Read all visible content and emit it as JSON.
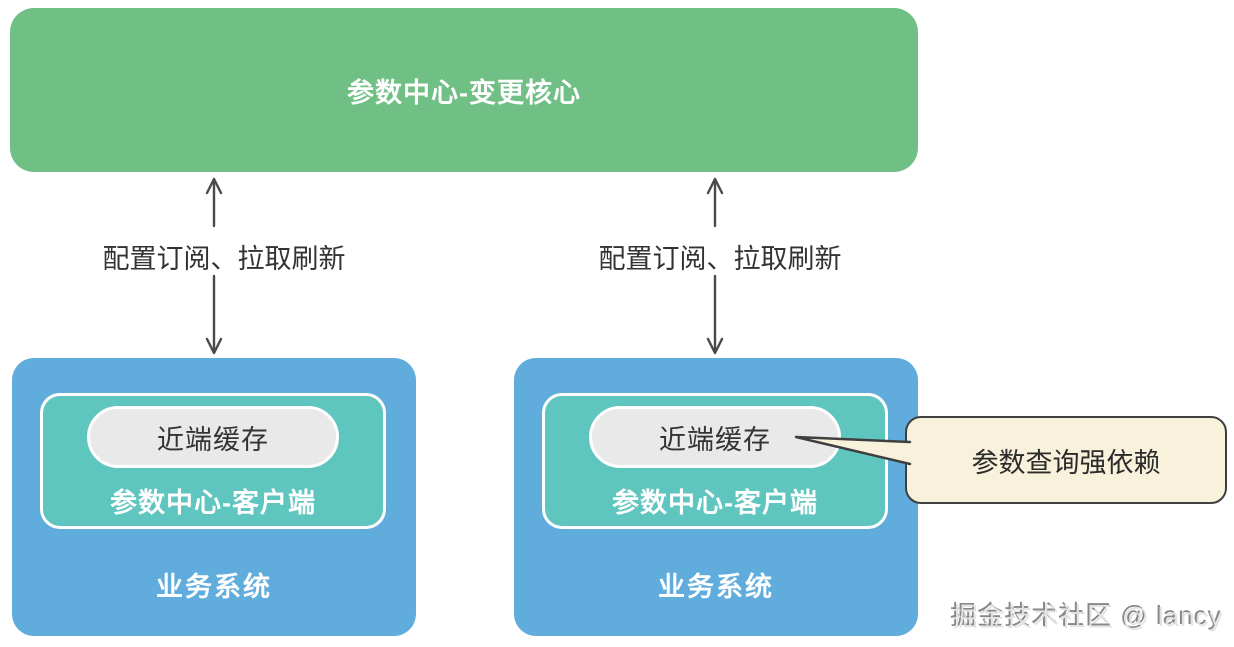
{
  "colors": {
    "core_green": "#70BF85",
    "system_blue": "#5FACDD",
    "client_teal": "#5FC5BF",
    "cache_gray": "#E9E9E9",
    "callout_cream": "#F8F1DC",
    "outline_dark": "#3F3F3F",
    "text_dark": "#333333",
    "arrow_gray": "#4A4A4A"
  },
  "diagram": {
    "core": {
      "title": "参数中心-变更核心"
    },
    "links": [
      {
        "label": "配置订阅、拉取刷新"
      },
      {
        "label": "配置订阅、拉取刷新"
      }
    ],
    "systems": [
      {
        "title": "业务系统",
        "client_title": "参数中心-客户端",
        "cache_label": "近端缓存"
      },
      {
        "title": "业务系统",
        "client_title": "参数中心-客户端",
        "cache_label": "近端缓存"
      }
    ],
    "callout": {
      "label": "参数查询强依赖"
    },
    "watermark": "掘金技术社区 @ lancy"
  }
}
